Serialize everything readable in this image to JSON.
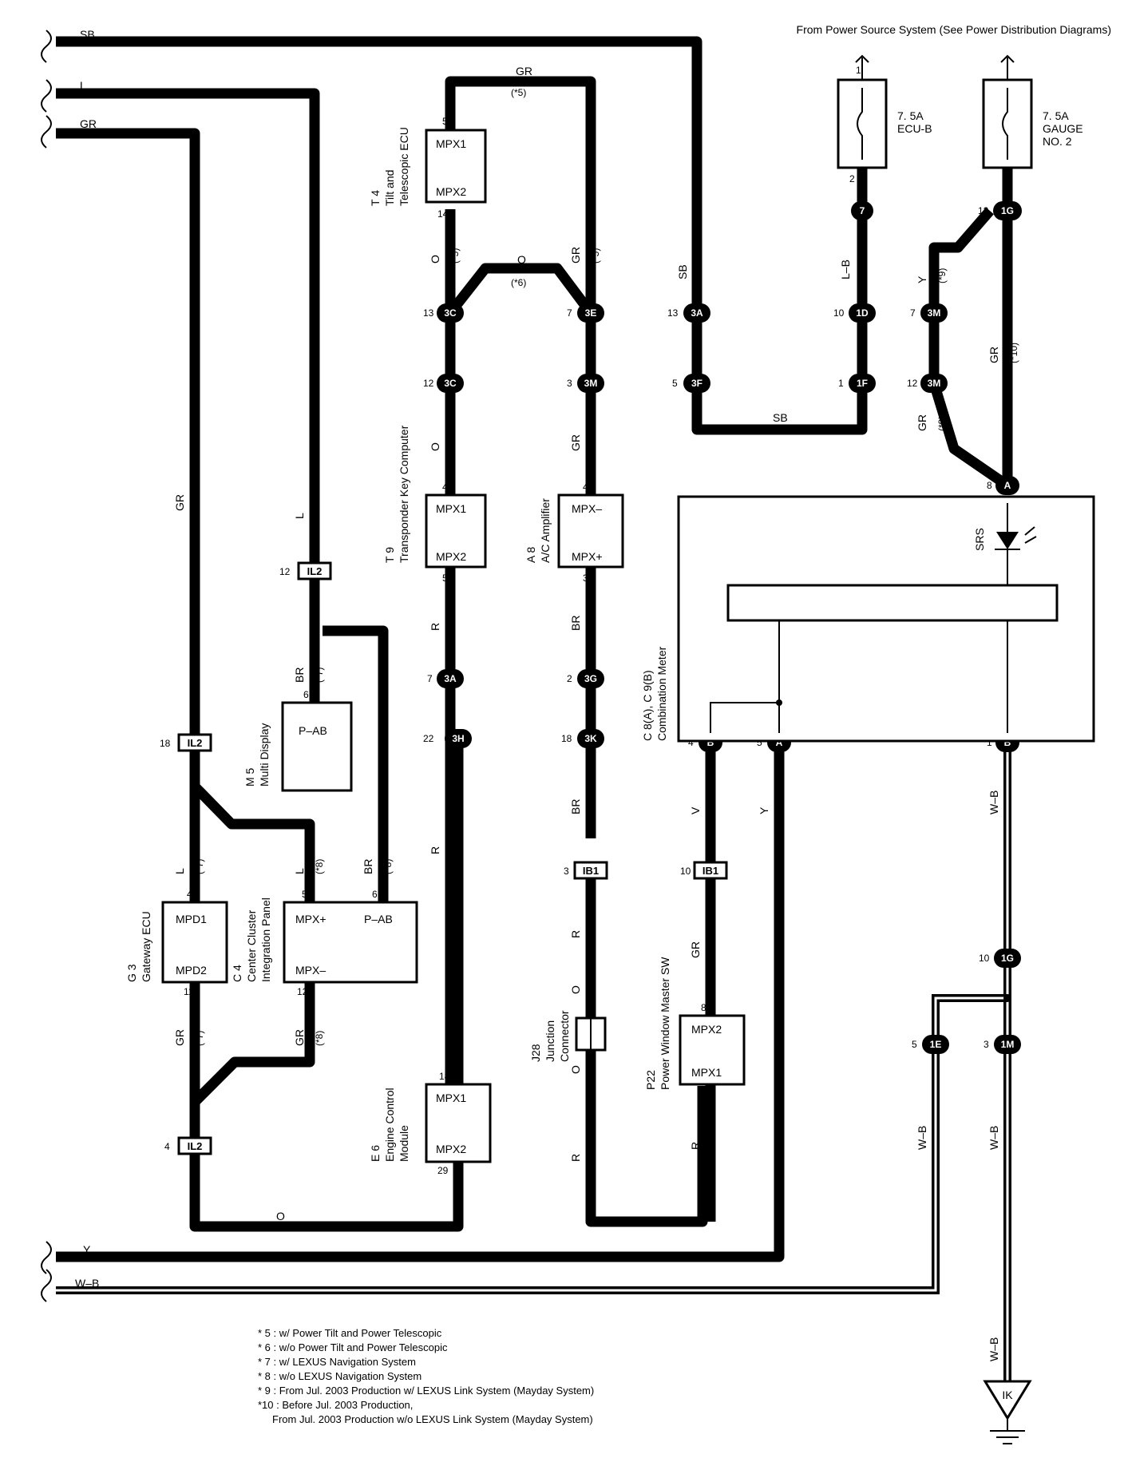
{
  "header": {
    "power_source": "From Power Source System (See Power Distribution Diagrams)"
  },
  "fuses": [
    {
      "amp": "7. 5A",
      "name": "ECU-B"
    },
    {
      "amp": "7. 5A",
      "name": "GAUGE NO. 2"
    }
  ],
  "components": {
    "t4": {
      "code": "T 4",
      "name": "Tilt and Telescopic ECU",
      "pins": [
        "MPX1",
        "MPX2"
      ]
    },
    "t9": {
      "code": "T 9",
      "name": "Transponder Key Computer",
      "pins": [
        "MPX1",
        "MPX2"
      ]
    },
    "a8": {
      "code": "A 8",
      "name": "A/C Amplifier",
      "pins": [
        "MPX–",
        "MPX+"
      ]
    },
    "m5": {
      "code": "M 5",
      "name": "Multi Display",
      "pins": [
        "P–AB"
      ]
    },
    "g3": {
      "code": "G 3",
      "name": "Gateway ECU",
      "pins": [
        "MPD1",
        "MPD2"
      ]
    },
    "c4": {
      "code": "C 4",
      "name": "Center Cluster Integration Panel",
      "pins": [
        "MPX+",
        "P–AB",
        "MPX–"
      ]
    },
    "e6": {
      "code": "E 6",
      "name": "Engine Control Module",
      "pins": [
        "MPX1",
        "MPX2"
      ]
    },
    "j28": {
      "code": "J28",
      "name": "Junction Connector"
    },
    "p22": {
      "code": "P22",
      "name": "Power Window Master SW",
      "pins": [
        "MPX2",
        "MPX1"
      ]
    },
    "meter": {
      "code": "C 8(A), C 9(B)",
      "name": "Combination Meter",
      "srs": "SRS"
    }
  },
  "ground": "IK",
  "notes": [
    "* 5 : w/ Power Tilt and Power Telescopic",
    "* 6 : w/o Power Tilt and Power Telescopic",
    "* 7 : w/ LEXUS Navigation System",
    "* 8 : w/o LEXUS Navigation System",
    "* 9 : From Jul.  2003 Production w/ LEXUS Link System (Mayday System)",
    "*10 : Before Jul.  2003 Production,",
    "From Jul.  2003 Production w/o LEXUS Link System (Mayday System)"
  ]
}
